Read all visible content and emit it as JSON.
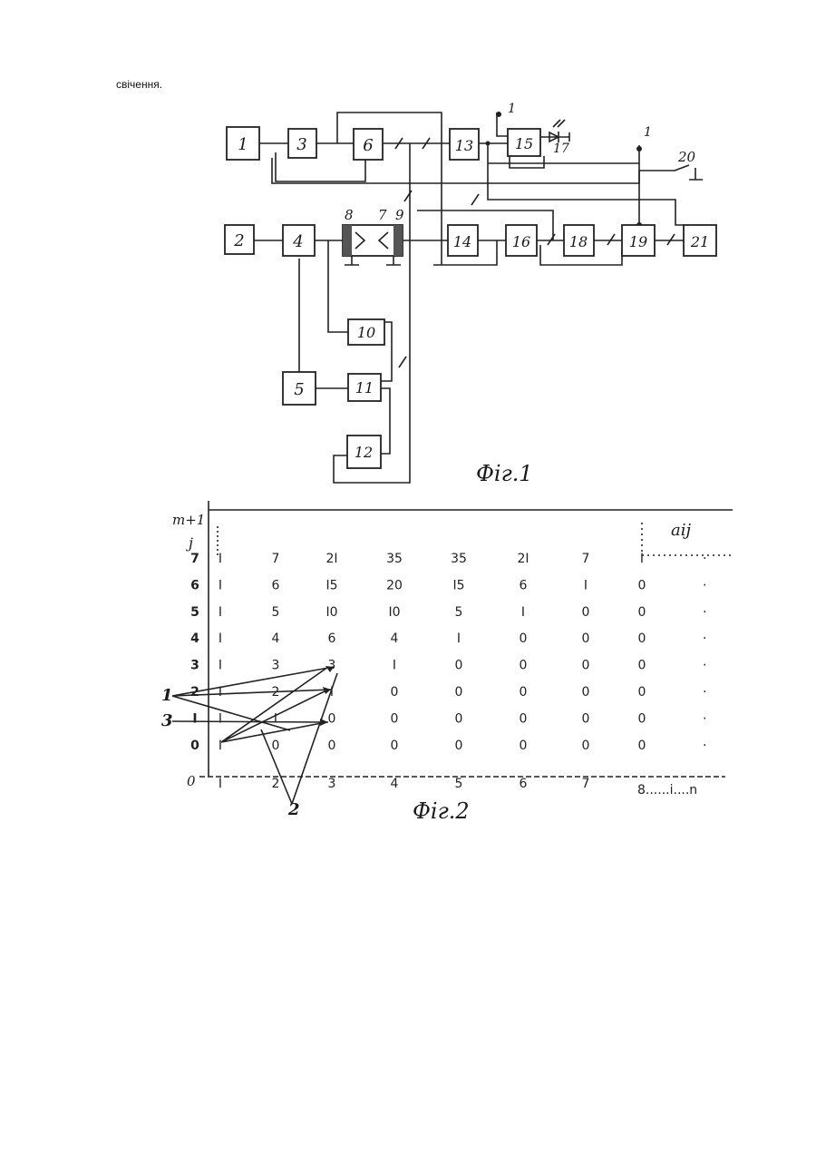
{
  "text": {
    "lead": "свічення."
  },
  "fig1": {
    "caption": "Фіг.1",
    "blocks": {
      "b1": "1",
      "b2": "2",
      "b3": "3",
      "b4": "4",
      "b5": "5",
      "b6": "6",
      "b10": "10",
      "b11": "11",
      "b12": "12",
      "b13": "13",
      "b14": "14",
      "b15": "15",
      "b16": "16",
      "b18": "18",
      "b19": "19",
      "b21": "21"
    },
    "labels": {
      "l7": "7",
      "l8": "8",
      "l9": "9",
      "l17": "17",
      "l20": "20",
      "one_top": "1",
      "one_right": "1"
    }
  },
  "fig2": {
    "caption": "Фіг.2",
    "y_axis_top": "m+1",
    "y_axis_var": "j",
    "origin": "0",
    "x_axis_end": "8......i....n",
    "corner_label": "aij",
    "row_labels": [
      "7",
      "6",
      "5",
      "4",
      "3",
      "2",
      "I",
      "0"
    ],
    "col_labels": [
      "I",
      "2",
      "3",
      "4",
      "5",
      "6",
      "7"
    ],
    "rows": [
      [
        "I",
        "7",
        "2I",
        "35",
        "35",
        "2I",
        "7",
        "I"
      ],
      [
        "I",
        "6",
        "I5",
        "20",
        "I5",
        "6",
        "I",
        "0"
      ],
      [
        "I",
        "5",
        "I0",
        "I0",
        "5",
        "I",
        "0",
        "0"
      ],
      [
        "I",
        "4",
        "6",
        "4",
        "I",
        "0",
        "0",
        "0"
      ],
      [
        "I",
        "3",
        "3",
        "I",
        "0",
        "0",
        "0",
        "0"
      ],
      [
        "I",
        "2",
        "I",
        "0",
        "0",
        "0",
        "0",
        "0"
      ],
      [
        "I",
        "I",
        "0",
        "0",
        "0",
        "0",
        "0",
        "0"
      ],
      [
        "I",
        "0",
        "0",
        "0",
        "0",
        "0",
        "0",
        "0"
      ]
    ],
    "pointer_labels": {
      "p1": "1",
      "p2": "2",
      "p3": "3"
    }
  }
}
